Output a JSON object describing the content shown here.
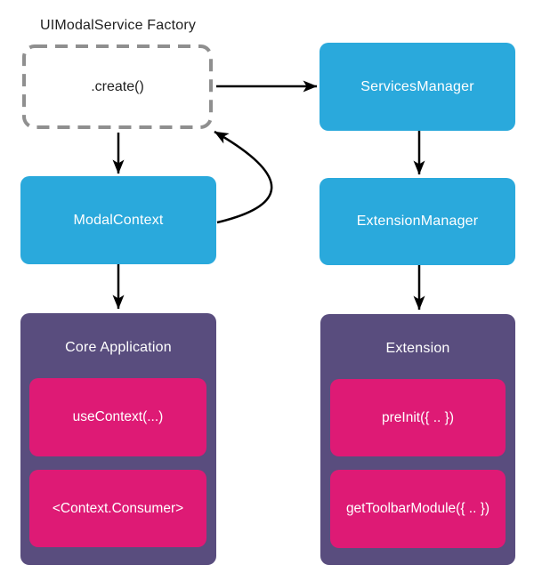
{
  "title": "UIModalService Factory",
  "nodes": {
    "create": {
      "label": ".create()"
    },
    "services_manager": {
      "label": "ServicesManager"
    },
    "modal_context": {
      "label": "ModalContext"
    },
    "extension_manager": {
      "label": "ExtensionManager"
    },
    "core_application": {
      "label": "Core Application",
      "children": [
        {
          "label": "useContext(...)"
        },
        {
          "label": "<Context.Consumer>"
        }
      ]
    },
    "extension": {
      "label": "Extension",
      "children": [
        {
          "label": "preInit({ .. })"
        },
        {
          "label": "getToolbarModule({ .. })"
        }
      ]
    }
  },
  "edges": [
    {
      "from": ".create()",
      "to": "ServicesManager",
      "style": "straight-right"
    },
    {
      "from": "UIModalService Factory",
      "to": "ModalContext",
      "style": "straight-down"
    },
    {
      "from": "ModalContext",
      "to": "Core Application",
      "style": "straight-down"
    },
    {
      "from": "ServicesManager",
      "to": "ExtensionManager",
      "style": "straight-down"
    },
    {
      "from": "ExtensionManager",
      "to": "Extension",
      "style": "straight-down"
    },
    {
      "from": "ModalContext",
      "to": ".create()",
      "style": "curved-up"
    }
  ],
  "colors": {
    "node_cyan": "#2aa9dc",
    "container_purple": "#594d7e",
    "method_pink": "#de1a75",
    "dashed_border": "#8f8f8f",
    "arrow": "#000000",
    "background": "#ffffff"
  }
}
